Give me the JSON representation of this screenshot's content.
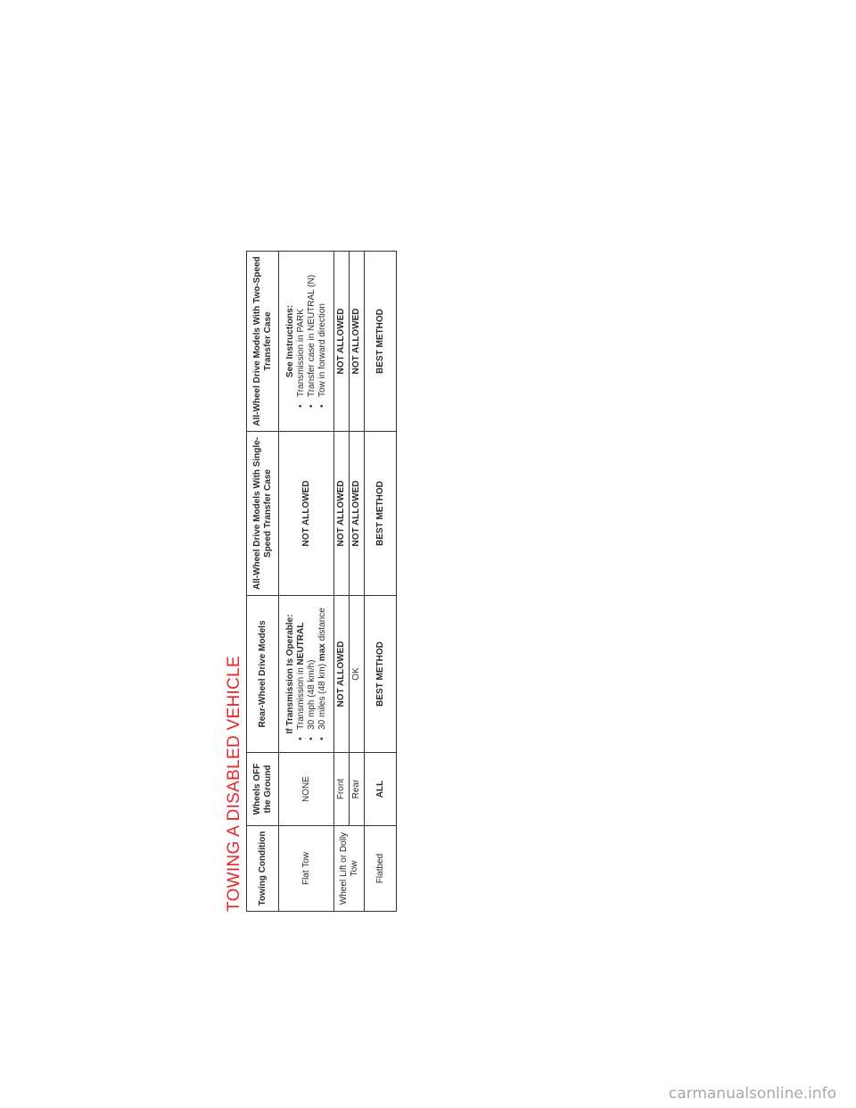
{
  "title": "TOWING A DISABLED VEHICLE",
  "columns": [
    "Towing Condition",
    "Wheels OFF the Ground",
    "Rear-Wheel Drive Models",
    "All-Wheel Drive Models With Single-Speed Transfer Case",
    "All-Wheel Drive Models With Two-Speed Transfer Case"
  ],
  "flat_tow": {
    "condition": "Flat Tow",
    "wheels_off": "NONE",
    "rwd_heading": "If Transmission Is Operable:",
    "rwd_b1_prefix": "Transmission in ",
    "rwd_b1_bold": "NEUTRAL",
    "rwd_b2": "30 mph (48 km/h)",
    "rwd_b3_prefix": "30 miles (48 km) ",
    "rwd_b3_bold": "max",
    "rwd_b3_suffix": " distance",
    "awd_single": "NOT ALLOWED",
    "awd_two_heading": "See Instructions:",
    "awd_two_b1": "Transmission in PARK",
    "awd_two_b2": "Transfer case in NEUTRAL (N)",
    "awd_two_b3": "Tow in forward direction"
  },
  "wheel_lift": {
    "condition": "Wheel Lift or Dolly Tow",
    "front": {
      "wheels_off": "Front",
      "rwd": "NOT ALLOWED",
      "awd_single": "NOT ALLOWED",
      "awd_two": "NOT ALLOWED"
    },
    "rear": {
      "wheels_off": "Rear",
      "rwd": "OK",
      "awd_single": "NOT ALLOWED",
      "awd_two": "NOT ALLOWED"
    }
  },
  "flatbed": {
    "condition": "Flatbed",
    "wheels_off": "ALL",
    "rwd": "BEST METHOD",
    "awd_single": "BEST METHOD",
    "awd_two": "BEST METHOD"
  },
  "watermark": "carmanualsonline.info"
}
